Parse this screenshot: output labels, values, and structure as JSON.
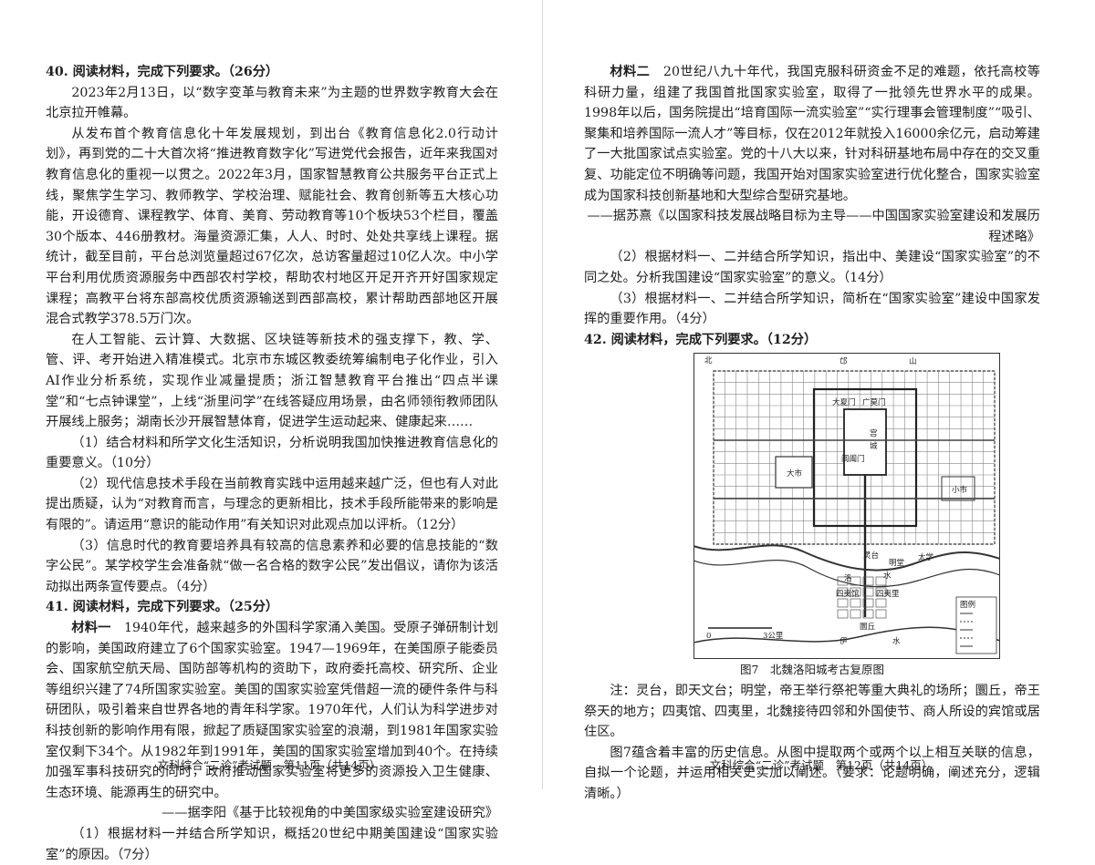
{
  "left": {
    "q40": {
      "title": "40. 阅读材料，完成下列要求。（26分）",
      "p1": "2023年2月13日，以“数字变革与教育未来”为主题的世界数字教育大会在北京拉开帷幕。",
      "p2": "从发布首个教育信息化十年发展规划，到出台《教育信息化2.0行动计划》，再到党的二十大首次将“推进教育数字化”写进党代会报告，近年来我国对教育信息化的重视一以贯之。2022年3月，国家智慧教育公共服务平台正式上线，聚焦学生学习、教师教学、学校治理、赋能社会、教育创新等五大核心功能，开设德育、课程教学、体育、美育、劳动教育等10个板块53个栏目，覆盖30个版本、446册教材。海量资源汇集，人人、时时、处处共享线上课程。据统计，截至目前，平台总浏览量超过67亿次，总访客量超过10亿人次。中小学平台利用优质资源服务中西部农村学校，帮助农村地区开足开齐开好国家规定课程；高教平台将东部高校优质资源输送到西部高校，累计帮助西部地区开展混合式教学378.5万门次。",
      "p3": "在人工智能、云计算、大数据、区块链等新技术的强支撑下，教、学、管、评、考开始进入精准模式。北京市东城区教委统筹编制电子化作业，引入AI作业分析系统，实现作业减量提质；浙江智慧教育平台推出“四点半课堂”和“七点钟课堂”，上线“浙里问学”在线答疑应用场景，由名师领衔教师团队开展线上服务；湖南长沙开展智慧体育，促进学生运动起来、健康起来……",
      "s1": "（1）结合材料和所学文化生活知识，分析说明我国加快推进教育信息化的重要意义。（10分）",
      "s2": "（2）现代信息技术手段在当前教育实践中运用越来越广泛，但也有人对此提出质疑，认为“对教育而言，与理念的更新相比，技术手段所能带来的影响是有限的”。请运用“意识的能动作用”有关知识对此观点加以评析。（12分）",
      "s3": "（3）信息时代的教育要培养具有较高的信息素养和必要的信息技能的“数字公民”。某学校学生会准备就“做一名合格的数字公民”发出倡议，请你为该活动拟出两条宣传要点。（4分）"
    },
    "q41": {
      "title": "41. 阅读材料，完成下列要求。（25分）",
      "m1_label": "材料一",
      "m1_text": "1940年代，越来越多的外国科学家涌入美国。受原子弹研制计划的影响，美国政府建立了6个国家实验室。1947—1969年，在美国原子能委员会、国家航空航天局、国防部等机构的资助下，政府委托高校、研究所、企业等组织兴建了74所国家实验室。美国的国家实验室凭借超一流的硬件条件与科研团队，吸引着来自世界各地的青年科学家。1970年代，人们认为科学进步对科技创新的影响作用有限，掀起了质疑国家实验室的浪潮，到1981年国家实验室仅剩下34个。从1982年到1991年，美国的国家实验室增加到40个。在持续加强军事科技研究的同时，政府推动国家实验室将更多的资源投入卫生健康、生态环境、能源再生的研究中。",
      "m1_source": "——据李阳《基于比较视角的中美国家级实验室建设研究》",
      "s1": "（1）根据材料一并结合所学知识，概括20世纪中期美国建设“国家实验室”的原因。（7分）"
    },
    "footer": "文科综合“二诊”考试题　第11页（共14页）"
  },
  "right": {
    "m2_label": "材料二",
    "m2_text": "20世纪八九十年代，我国克服科研资金不足的难题，依托高校等科研力量，组建了我国首批国家实验室，取得了一批领先世界水平的成果。1998年以后，国务院提出“培育国际一流实验室”“实行理事会管理制度”“吸引、聚集和培养国际一流人才”等目标，仅在2012年就投入16000余亿元，启动筹建了一大批国家试点实验室。党的十八大以来，针对科研基地布局中存在的交叉重复、功能定位不明确等问题，我国开始对国家实验室进行优化整合，国家实验室成为国家科技创新基地和大型综合型研究基地。",
    "m2_source": "——据苏熹《以国家科技发展战略目标为主导——中国国家实验室建设和发展历程述略》",
    "s2": "（2）根据材料一、二并结合所学知识，指出中、美建设“国家实验室”的不同之处。分析我国建设“国家实验室”的意义。（14分）",
    "s3": "（3）根据材料一、二并结合所学知识，简析在“国家实验室”建设中国家发挥的重要作用。（4分）",
    "q42_title": "42. 阅读材料，完成下列要求。（12分）",
    "map": {
      "north": "北",
      "mang": "邙",
      "mountain": "山",
      "dahamen": "大夏门",
      "guangmomen": "广莫门",
      "gong": "宫",
      "cheng": "城",
      "dashi": "大市",
      "xiaoshi": "小市",
      "changhemen": "阊阖门",
      "luo": "洛",
      "shui": "水",
      "yi": "伊",
      "shui2": "水",
      "lingtai": "灵台",
      "mingtang": "明堂",
      "taixue": "太学",
      "siyiguan": "四夷馆",
      "siyili": "四夷里",
      "yuanqiu": "圜丘",
      "scale_0": "0",
      "scale_3": "3公里",
      "legend_title": "图例"
    },
    "figure_caption": "图7　北魏洛阳城考古复原图",
    "note": "注：灵台，即天文台；明堂，帝王举行祭祀等重大典礼的场所；圜丘，帝王祭天的地方；四夷馆、四夷里，北魏接待四邻和外国使节、商人所设的宾馆或居住区。",
    "task": "图7蕴含着丰富的历史信息。从图中提取两个或两个以上相互关联的信息，自拟一个论题，并运用相关史实加以阐述。（要求：论题明确，阐述充分，逻辑清晰。）",
    "footer": "文科综合“二诊”考试题　第12页（共14页）"
  }
}
